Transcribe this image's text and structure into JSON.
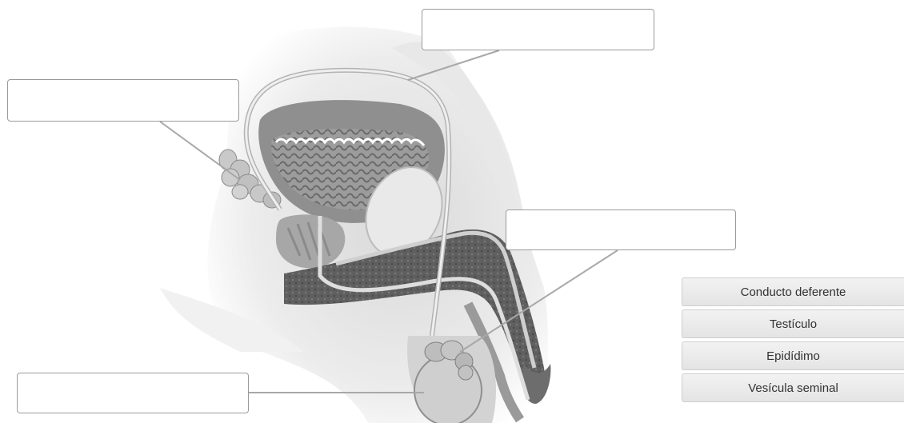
{
  "diagram": {
    "description_icon": "male-reproductive-system-anatomy-illustration",
    "colors": {
      "tissue_light": "#e6e6e6",
      "tissue_mid": "#b5b5b5",
      "tissue_dark": "#6e6e6e",
      "leader_line": "#a8a8a8",
      "box_border": "#9a9a9a"
    }
  },
  "drop_zones": [
    {
      "id": "top",
      "value": ""
    },
    {
      "id": "left",
      "value": ""
    },
    {
      "id": "right",
      "value": ""
    },
    {
      "id": "bottom",
      "value": ""
    }
  ],
  "answer_bank": {
    "items": [
      {
        "label": "Conducto deferente"
      },
      {
        "label": "Testículo"
      },
      {
        "label": "Epidídimo"
      },
      {
        "label": "Vesícula seminal"
      }
    ]
  }
}
